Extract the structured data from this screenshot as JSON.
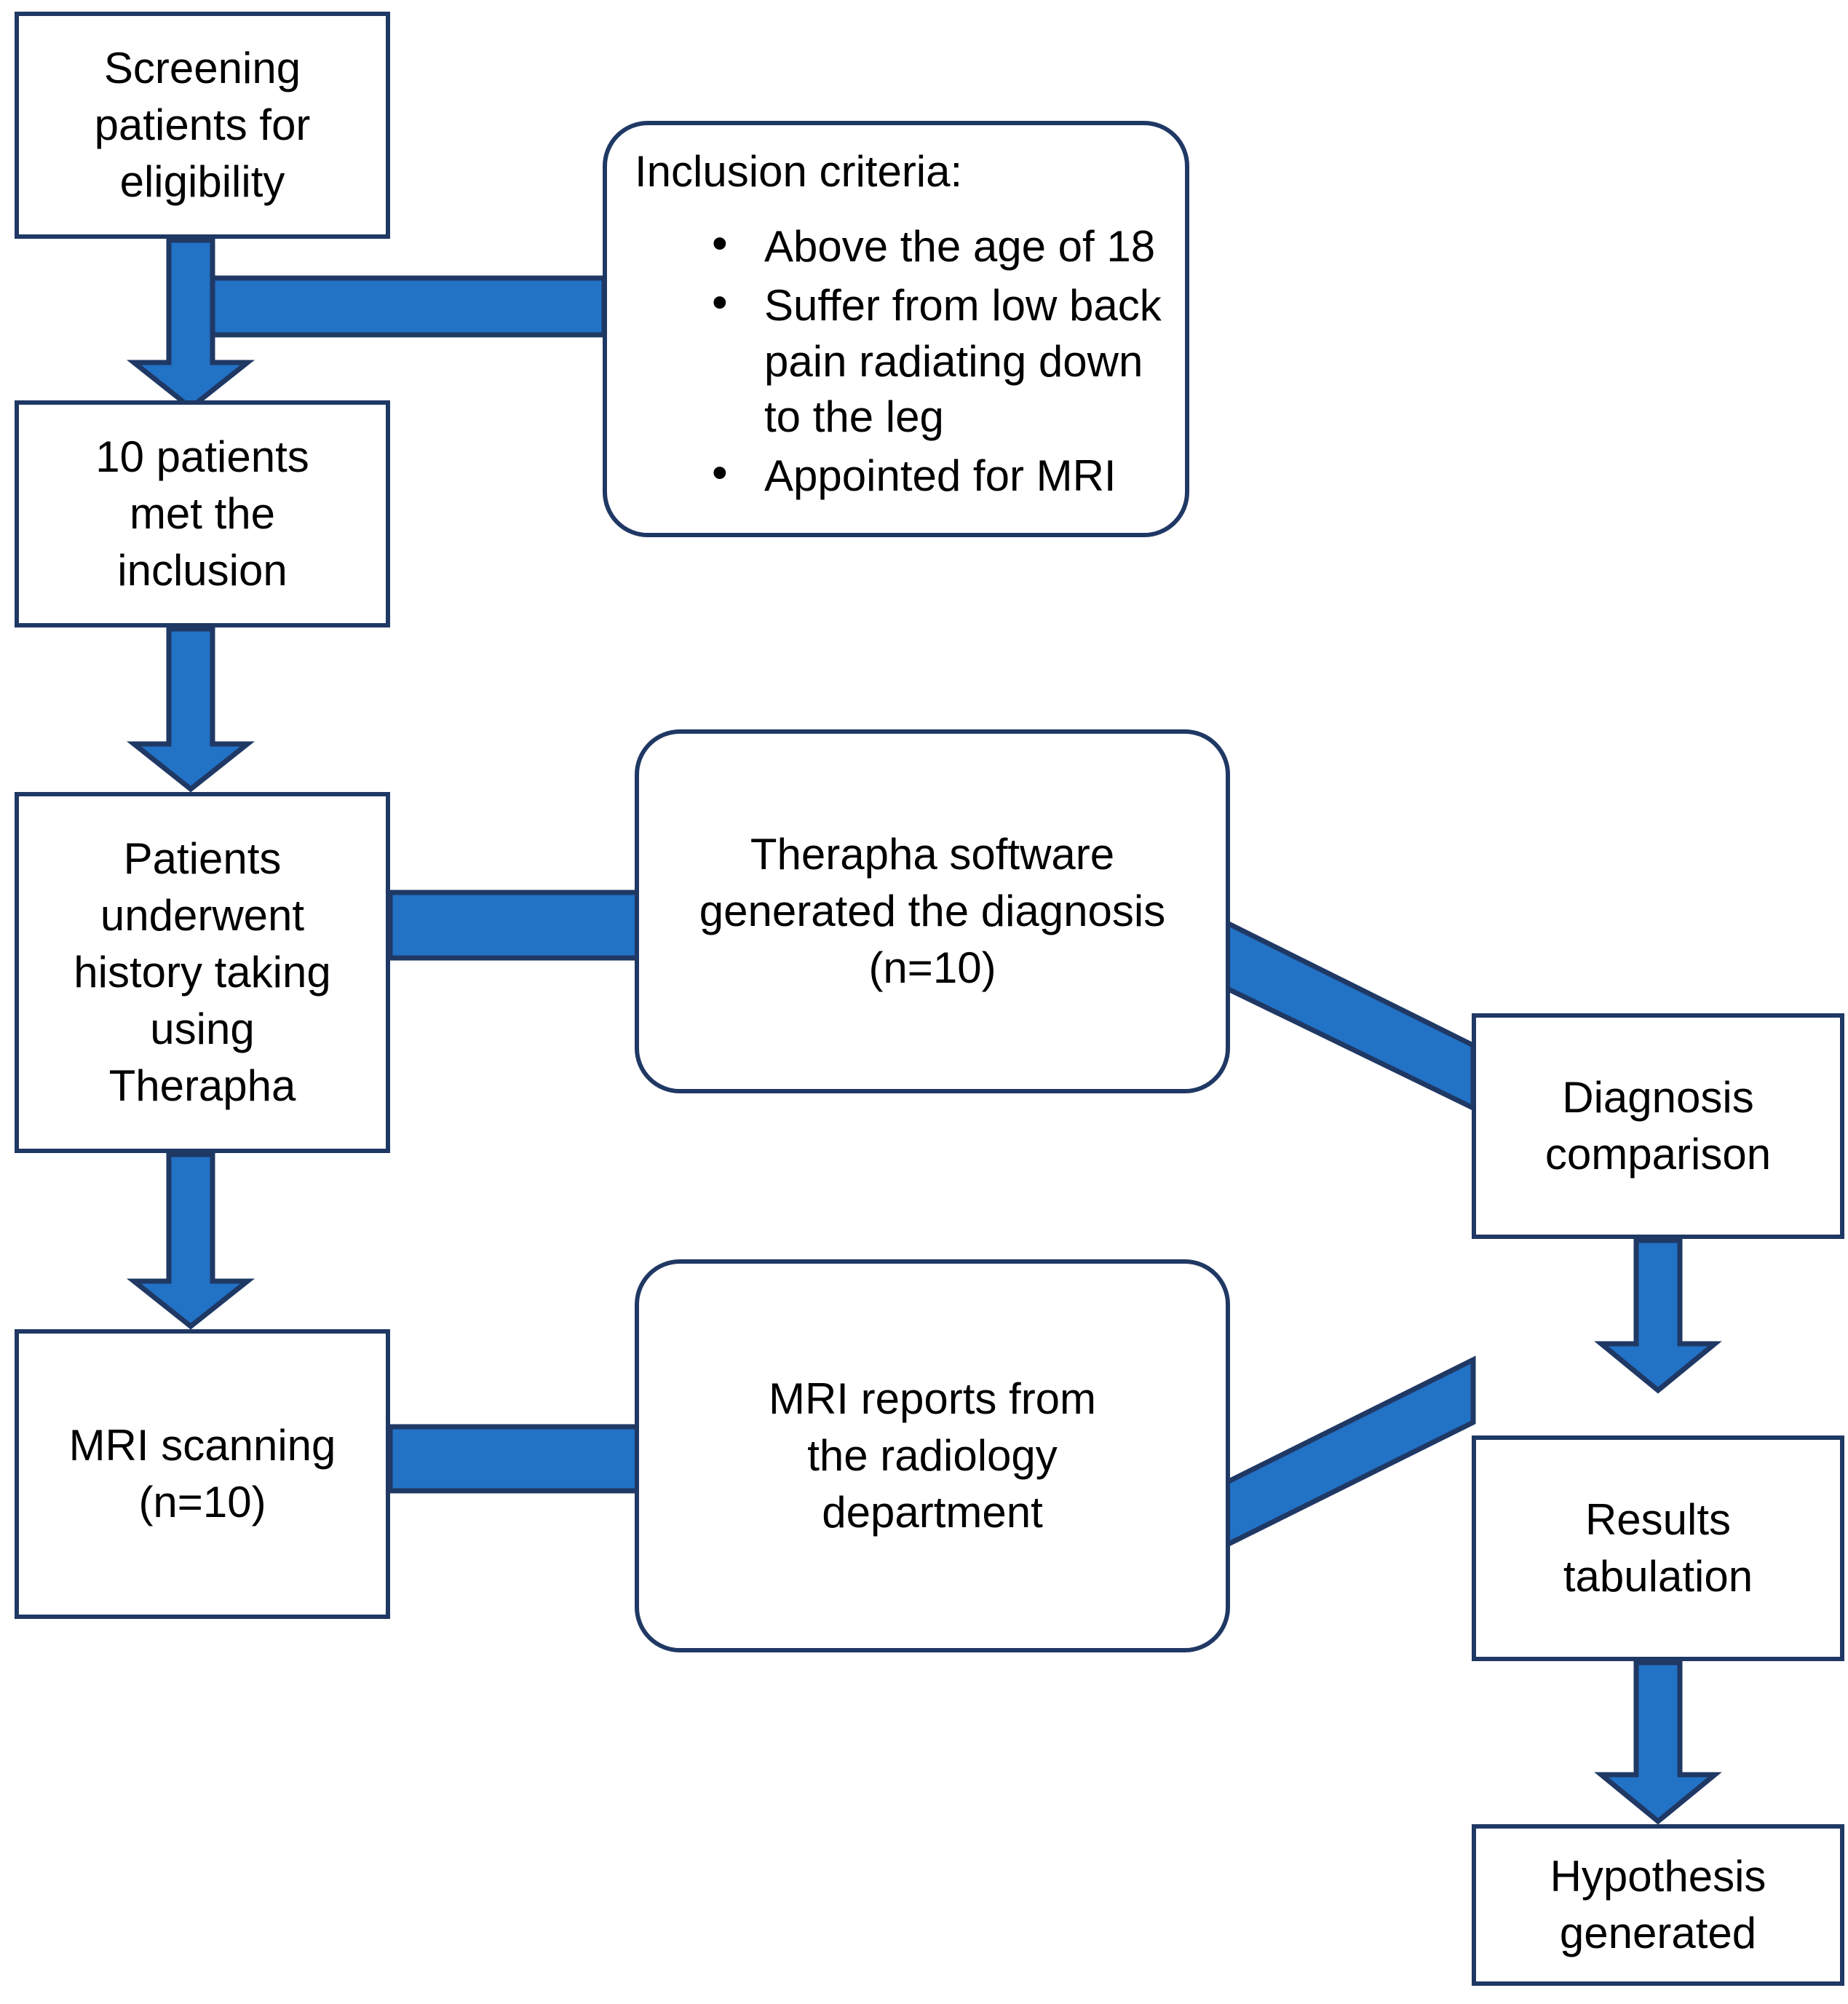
{
  "diagram": {
    "title": "Study workflow flowchart",
    "colors": {
      "box_border": "#1F3864",
      "arrow_fill": "#2272C6",
      "arrow_outline": "#1F3864",
      "background": "#FFFFFF",
      "text": "#000000"
    },
    "nodes": {
      "screening": {
        "text": "Screening\npatients for\neligibility",
        "shape": "rectangle"
      },
      "inclusion": {
        "title": "Inclusion criteria:",
        "shape": "rounded-rectangle",
        "items": [
          "Above the age of 18",
          "Suffer from low back pain radiating down to the leg",
          "Appointed for MRI"
        ]
      },
      "met_inclusion": {
        "text": "10 patients\nmet the\ninclusion",
        "shape": "rectangle"
      },
      "history_taking": {
        "text": "Patients\nunderwent\nhistory taking\nusing\nTherapha",
        "shape": "rectangle"
      },
      "therapha_software": {
        "text": "Therapha software\ngenerated the diagnosis\n(n=10)",
        "shape": "rounded-rectangle"
      },
      "mri_scanning": {
        "text": "MRI scanning\n(n=10)",
        "shape": "rectangle"
      },
      "mri_reports": {
        "text": "MRI reports from\nthe radiology\ndepartment",
        "shape": "rounded-rectangle"
      },
      "diagnosis_comparison": {
        "text": "Diagnosis\ncomparison",
        "shape": "rectangle"
      },
      "results_tabulation": {
        "text": "Results\ntabulation",
        "shape": "rectangle"
      },
      "hypothesis_generated": {
        "text": "Hypothesis\ngenerated",
        "shape": "rectangle"
      }
    },
    "edges": [
      {
        "from": "screening",
        "to": "met_inclusion",
        "style": "block-arrow-down"
      },
      {
        "from": "inclusion",
        "to": "screening_flow",
        "style": "block-connector-left"
      },
      {
        "from": "met_inclusion",
        "to": "history_taking",
        "style": "block-arrow-down"
      },
      {
        "from": "history_taking",
        "to": "therapha_software",
        "style": "block-connector-right"
      },
      {
        "from": "history_taking",
        "to": "mri_scanning",
        "style": "block-arrow-down"
      },
      {
        "from": "therapha_software",
        "to": "diagnosis_comparison",
        "style": "block-connector-diagonal"
      },
      {
        "from": "mri_scanning",
        "to": "mri_reports",
        "style": "block-connector-right"
      },
      {
        "from": "mri_reports",
        "to": "diagnosis_comparison",
        "style": "block-connector-diagonal"
      },
      {
        "from": "diagnosis_comparison",
        "to": "results_tabulation",
        "style": "block-arrow-down"
      },
      {
        "from": "results_tabulation",
        "to": "hypothesis_generated",
        "style": "block-arrow-down"
      }
    ]
  }
}
